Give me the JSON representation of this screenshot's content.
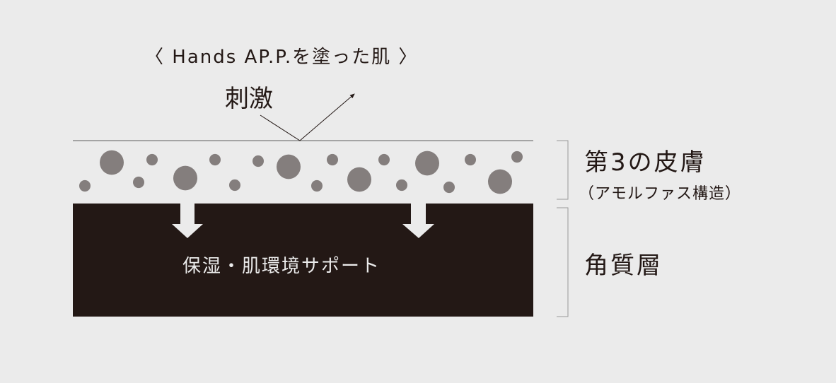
{
  "title": "〈 Hands AP.P.を塗った肌 〉",
  "stimulus_label": "刺激",
  "inner_label": "保湿・肌環境サポート",
  "layers": [
    {
      "name": "第3の皮膚",
      "sub": "（アモルファス構造）"
    },
    {
      "name": "角質層"
    }
  ],
  "colors": {
    "background": "#ebebeb",
    "particle": "#847e7d",
    "stratum": "#231815",
    "line": "#7a7a7a"
  }
}
